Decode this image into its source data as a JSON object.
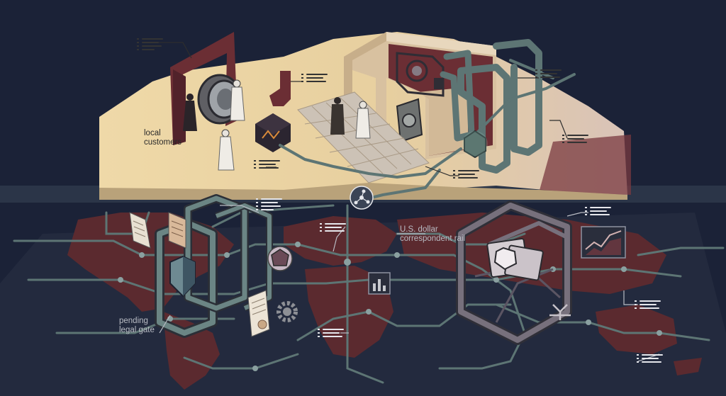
{
  "labels": {
    "local_customers": "local\ncustomers",
    "usd_rail": "U.S. dollar\ncorrespondent rail",
    "pending_gate": "pending\nlegal gate"
  },
  "colors": {
    "background": "#1b2237",
    "sand": "#e6cf9f",
    "maroon": "#6b2e34",
    "wall": "#d8c1a0",
    "rail": "#5d7574",
    "land": "#5b2a2f"
  },
  "icons": [
    "shield-icon",
    "gear-icon",
    "bar-chart-icon",
    "line-chart-icon",
    "gem-icon",
    "safe-icon",
    "hub-icon",
    "document-icon"
  ]
}
